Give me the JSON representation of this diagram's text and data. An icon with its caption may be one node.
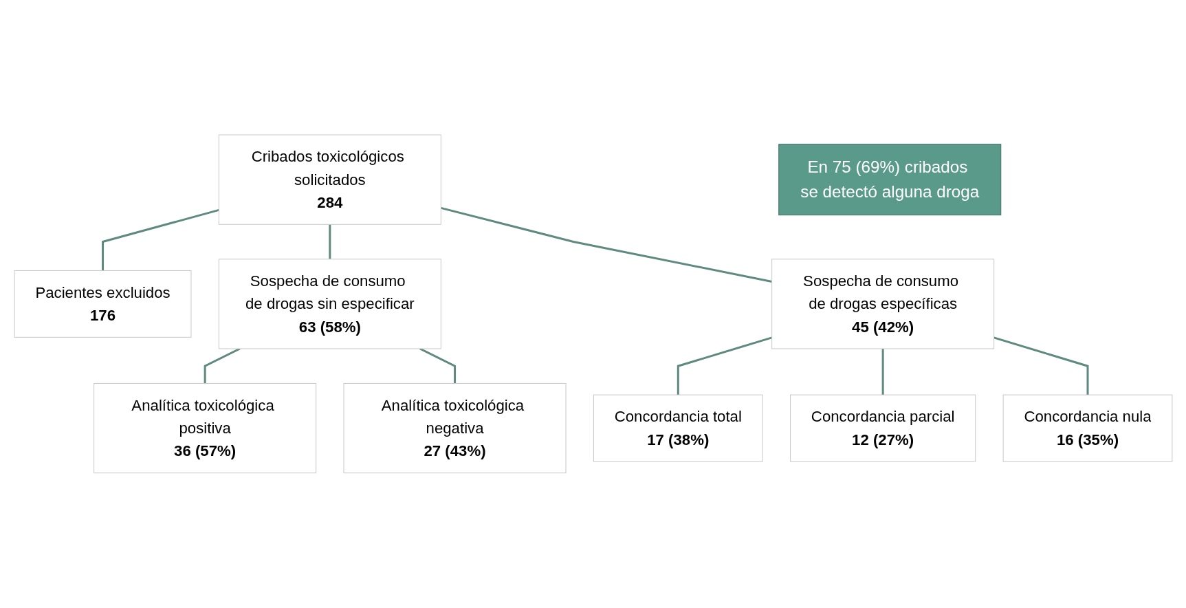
{
  "diagram": {
    "nodes": [
      {
        "text": [
          "Cribados toxicológicos solicitados",
          "284"
        ]
      },
      {
        "text": [
          "Pacientes excluidos",
          "176"
        ]
      },
      {
        "text": [
          "Sospecha de consumo de drogas sin especificar",
          "63 (58%)"
        ]
      },
      {
        "text": [
          "Sospecha de consumo de drogas específicas",
          "45 (42%)"
        ]
      },
      {
        "text": [
          "Analítica toxicológica positiva",
          "36 (57%)"
        ]
      },
      {
        "text": [
          "Analítica toxicológica negativa",
          "27 (43%)"
        ]
      },
      {
        "text": [
          "Concordancia total",
          "17 (38%)"
        ]
      },
      {
        "text": [
          "Concordancia parcial",
          "12 (27%)"
        ]
      },
      {
        "text": [
          "Concordancia nula",
          "16 (35%)"
        ]
      },
      {
        "text": [
          "En 75 (69%) cribados se detectó alguna droga"
        ]
      }
    ],
    "edges": [
      {
        "from": 0,
        "to": 1,
        "arrow": "none"
      },
      {
        "from": 0,
        "to": 2,
        "arrow": "none"
      },
      {
        "from": 0,
        "to": 3,
        "arrow": "none"
      },
      {
        "from": 2,
        "to": 4,
        "arrow": "none"
      },
      {
        "from": 2,
        "to": 5,
        "arrow": "none"
      },
      {
        "from": 3,
        "to": 6,
        "arrow": "none"
      },
      {
        "from": 3,
        "to": 7,
        "arrow": "none"
      },
      {
        "from": 3,
        "to": 8,
        "arrow": "none"
      }
    ]
  }
}
